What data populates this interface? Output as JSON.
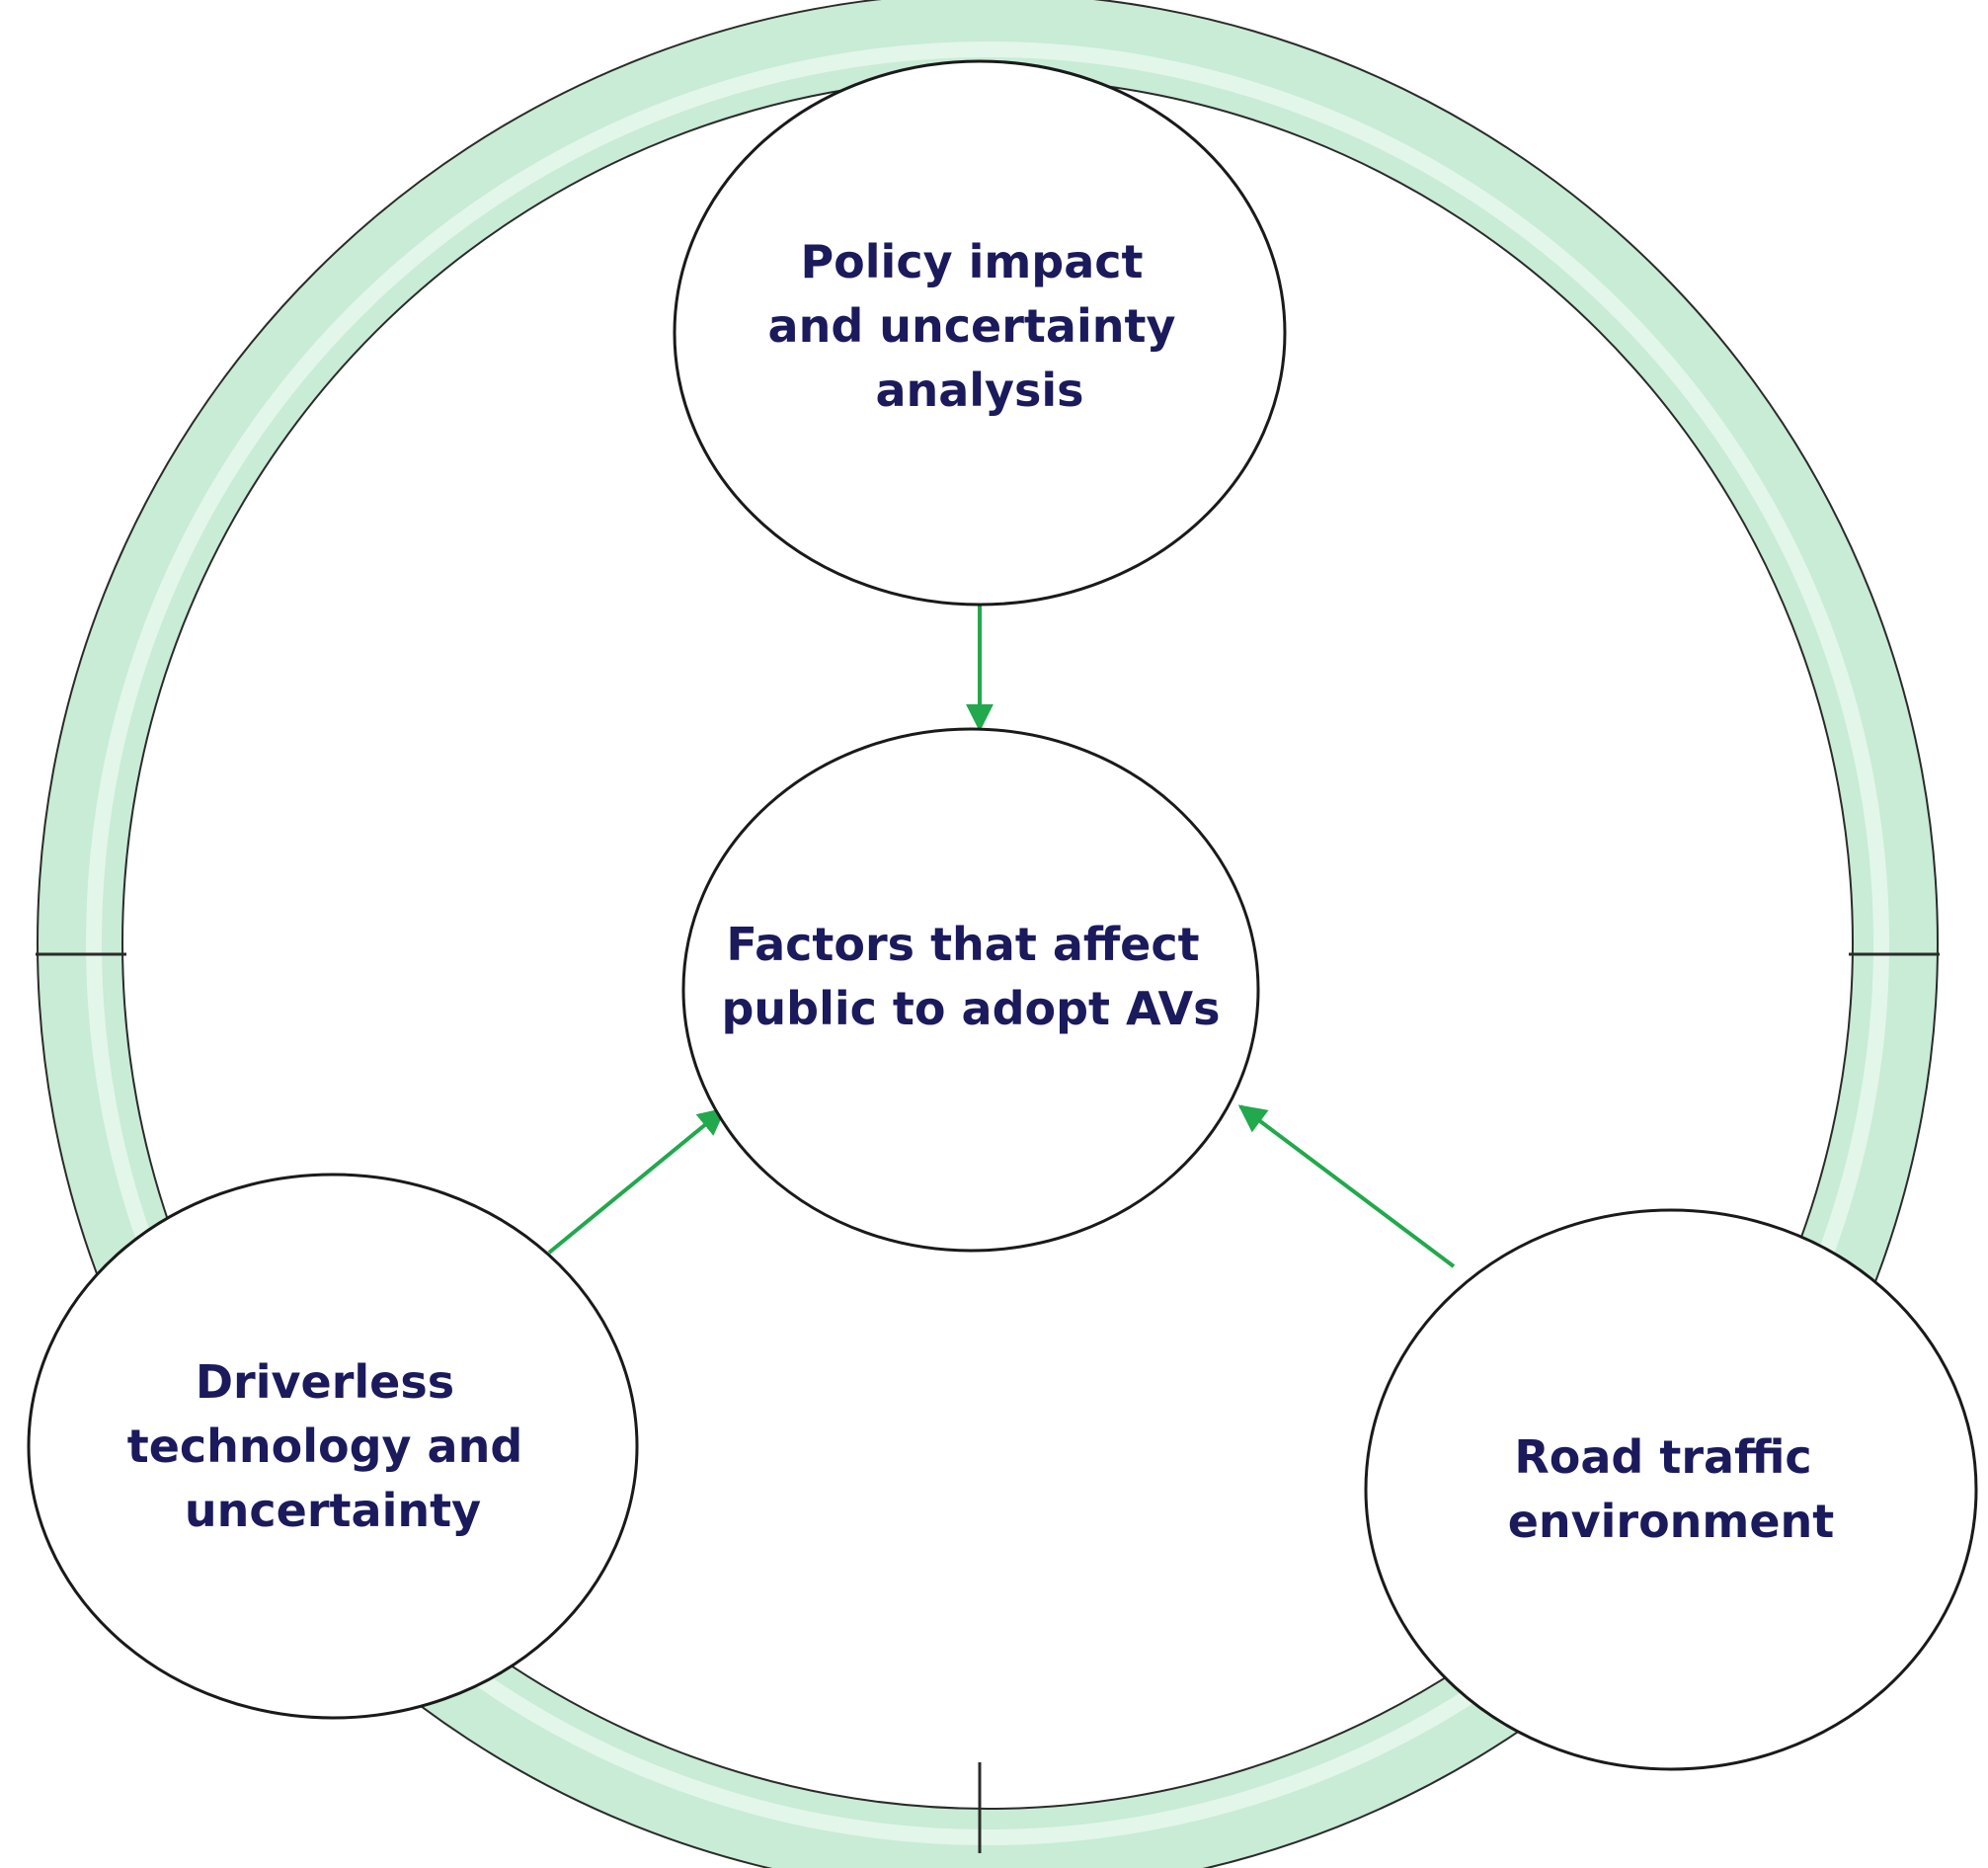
{
  "colors": {
    "ring_fill": "#c8ecd5",
    "ring_stroke": "#2b2b2b",
    "node_fill": "#ffffff",
    "node_stroke": "#1a1a1a",
    "label_text": "#1b1a5c",
    "arrow": "#22a84d"
  },
  "nodes": {
    "center": {
      "lines": [
        "Factors that affect",
        "public to adopt AVs"
      ]
    },
    "top": {
      "lines": [
        "Policy impact",
        "and uncertainty",
        "analysis"
      ]
    },
    "left": {
      "lines": [
        "Driverless",
        "technology and",
        "uncertainty"
      ]
    },
    "right": {
      "lines": [
        "Road traffic",
        "environment"
      ]
    }
  },
  "edges": [
    {
      "from": "top",
      "to": "center"
    },
    {
      "from": "left",
      "to": "center"
    },
    {
      "from": "right",
      "to": "center"
    }
  ]
}
